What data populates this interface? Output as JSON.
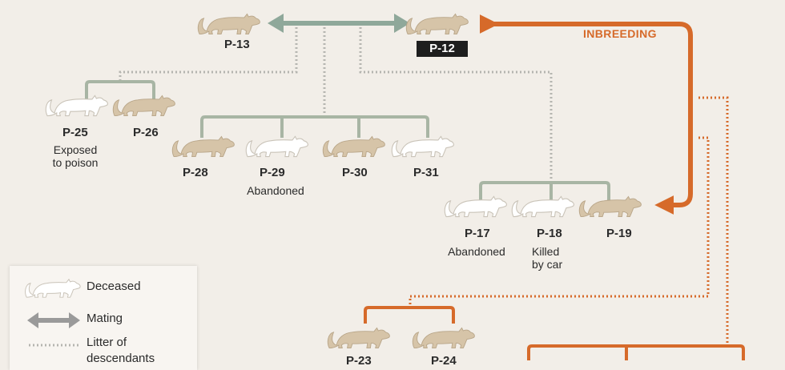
{
  "colors": {
    "background": "#f2eee8",
    "tree_line": "#a8b5a4",
    "inbreeding": "#d66a2a",
    "mating_arrow": "#8fa89a",
    "living_puma": "#d6c4a8",
    "deceased_puma": "#ffffff"
  },
  "icon_names": [
    "puma-icon",
    "mating-arrow-icon",
    "litter-dotted-line-icon",
    "inbreeding-arrow-icon"
  ],
  "annotation": "INBREEDING",
  "pumas": {
    "p13": {
      "id": "P-13",
      "status": "living"
    },
    "p12": {
      "id": "P-12",
      "status": "living"
    },
    "p25": {
      "id": "P-25",
      "status": "deceased",
      "note_line1": "Exposed",
      "note_line2": "to poison"
    },
    "p26": {
      "id": "P-26",
      "status": "living"
    },
    "p28": {
      "id": "P-28",
      "status": "living"
    },
    "p29": {
      "id": "P-29",
      "status": "deceased",
      "note": "Abandoned"
    },
    "p30": {
      "id": "P-30",
      "status": "living"
    },
    "p31": {
      "id": "P-31",
      "status": "deceased"
    },
    "p17": {
      "id": "P-17",
      "status": "deceased",
      "note": "Abandoned"
    },
    "p18": {
      "id": "P-18",
      "status": "deceased",
      "note_line1": "Killed",
      "note_line2": "by car"
    },
    "p19": {
      "id": "P-19",
      "status": "living"
    },
    "p23": {
      "id": "P-23",
      "status": "living"
    },
    "p24": {
      "id": "P-24",
      "status": "living"
    }
  },
  "legend": {
    "deceased": "Deceased",
    "mating": "Mating",
    "litter_line1": "Litter of",
    "litter_line2": "descendants"
  }
}
